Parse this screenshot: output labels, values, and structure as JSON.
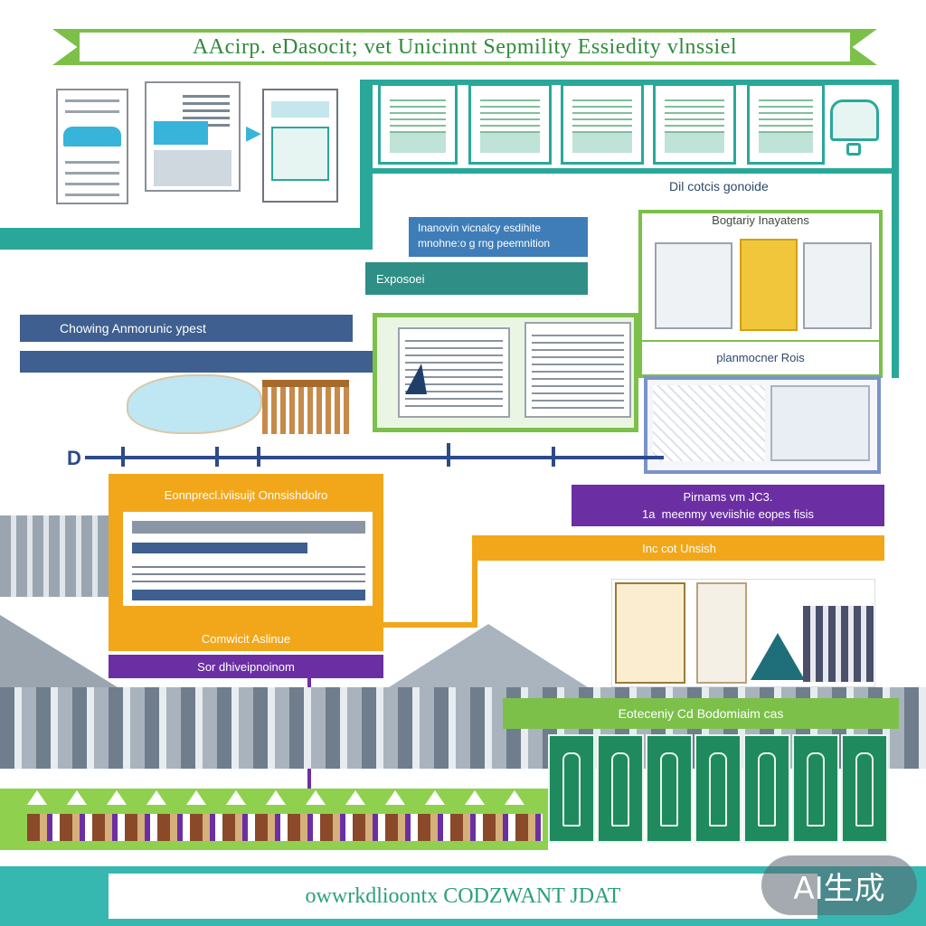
{
  "header": {
    "title": "AAcirp. eDasocit; vet Unicinnt Sepmility  Essiedity vlnssiel"
  },
  "labels": {
    "d_cotche": "Dil cotcis gonoide",
    "contrary": "Bogtariy  Inayatens",
    "motor_cy": "Inanovin vicnalcy esdihite\nmnohne:o g rng peemnition",
    "exposoei": "Exposoei",
    "crowing": "Chowing  Anmorunic ypest",
    "phenomac": "planmocner Rois",
    "d_marker": "D",
    "construct": "Eonnprecl.iviisuijt Onnsishdolro",
    "parents": "Pirnams vm JC3.\n1a  meenmy veviishie eopes fisis",
    "inc_cor": "Inc cot Unsish",
    "commercial": "Comwicit Aslinue",
    "sor_distrib": "Sor dhiveipnoinom",
    "economy": "Eoteceniy Cd Bodomiaim cas",
    "footer": "owwrkdlioontx CODZWANT JDAT",
    "watermark": "AI生成"
  },
  "colors": {
    "green": "#7cc04a",
    "teal": "#29a89a",
    "navy": "#3e5f8f",
    "orange": "#f2a71b",
    "purple": "#6b2fa3",
    "footer_teal": "#36b7b0"
  }
}
